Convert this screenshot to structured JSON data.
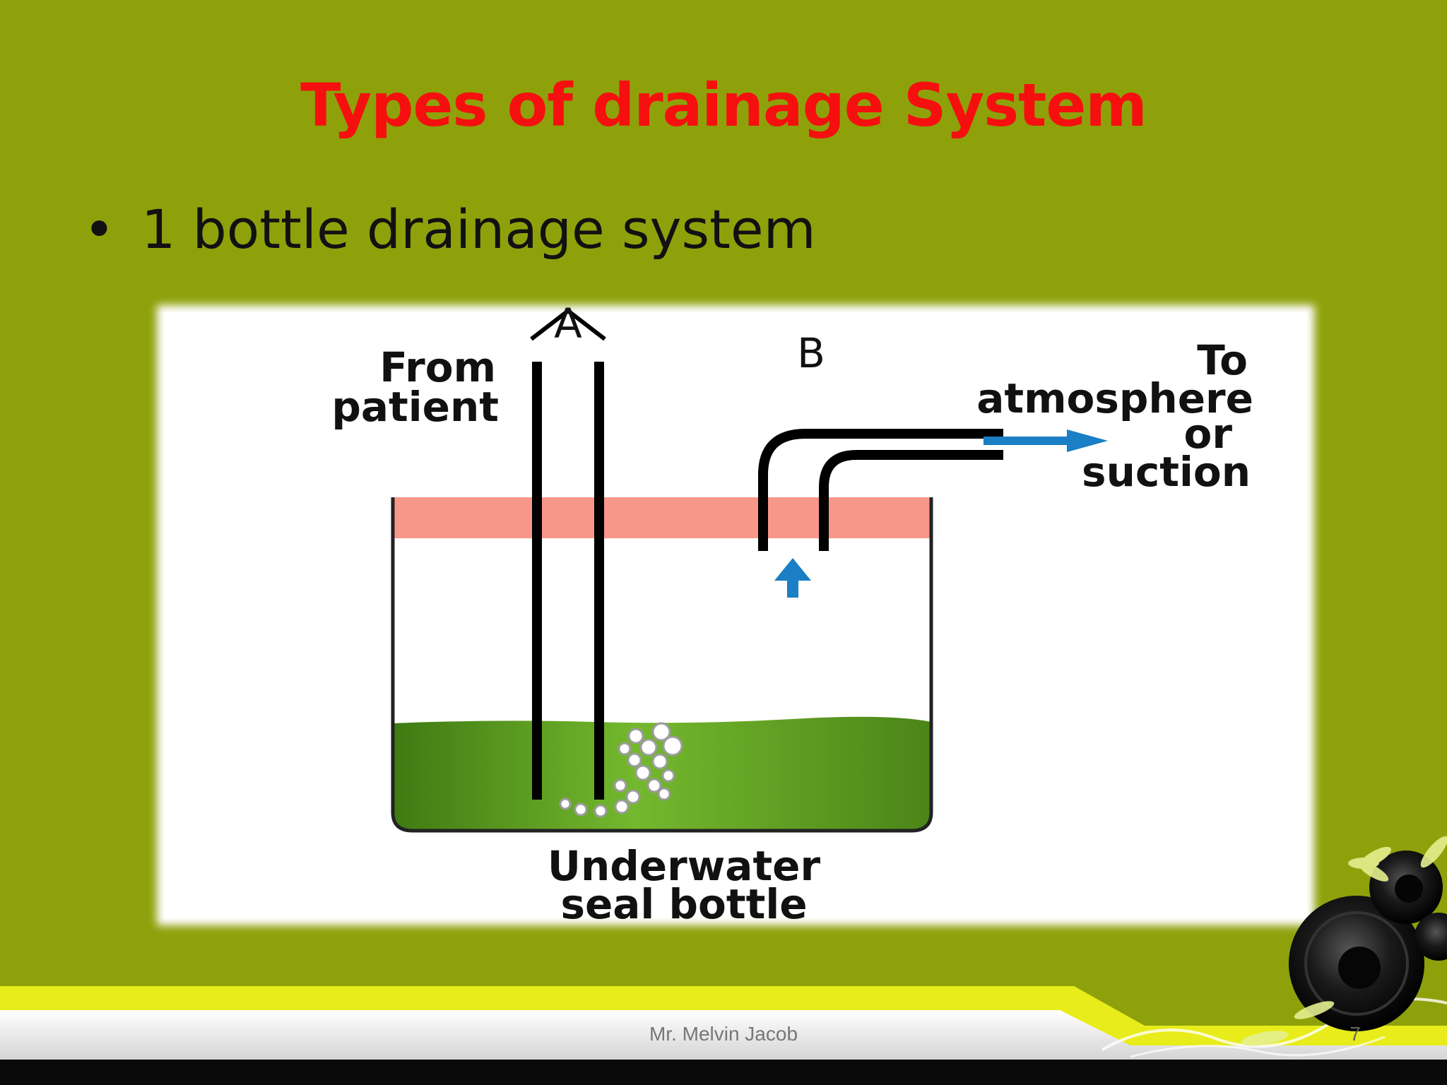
{
  "slide": {
    "title": "Types of drainage System",
    "bullet": "1 bottle drainage system",
    "footer_author": "Mr. Melvin Jacob",
    "slide_number": "7"
  },
  "diagram": {
    "label_a": "A",
    "label_b": "B",
    "from_patient": [
      "From",
      "patient"
    ],
    "to_atmosphere": [
      "To",
      "atmosphere",
      "or",
      "suction"
    ],
    "bottle_caption": [
      "Underwater",
      "seal bottle"
    ]
  },
  "colors": {
    "background": "#8ea10b",
    "title": "#f60f0f",
    "stopper": "#f7978a",
    "water": "#5f9620",
    "arrow": "#1a7fc4"
  }
}
